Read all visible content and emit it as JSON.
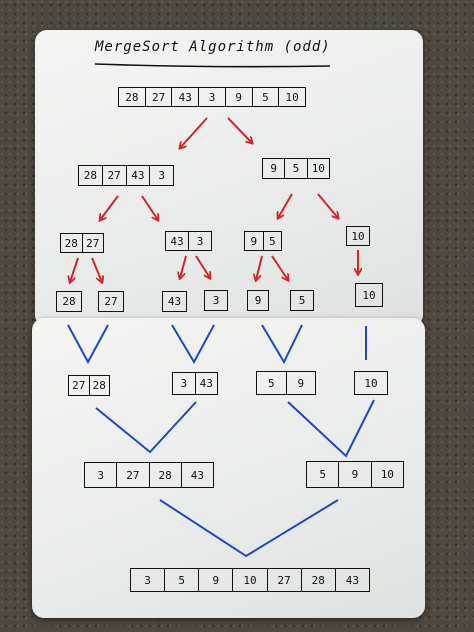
{
  "title": "MergeSort Algorithm (odd)",
  "colors": {
    "split_arrows": "#d0262f",
    "merge_lines": "#1f48c9",
    "ink": "#111111"
  },
  "split": {
    "initial": [
      "28",
      "27",
      "43",
      "3",
      "9",
      "5",
      "10"
    ],
    "level1_left": [
      "28",
      "27",
      "43",
      "3"
    ],
    "level1_right": [
      "9",
      "5",
      "10"
    ],
    "level2_a": [
      "28",
      "27"
    ],
    "level2_b": [
      "43",
      "3"
    ],
    "level2_c": [
      "9",
      "5"
    ],
    "level2_d": [
      "10"
    ],
    "singles": [
      "28",
      "27",
      "43",
      "3",
      "9",
      "5",
      "10"
    ]
  },
  "merge": {
    "level1_a": [
      "27",
      "28"
    ],
    "level1_b": [
      "3",
      "43"
    ],
    "level1_c": [
      "5",
      "9"
    ],
    "level1_d": [
      "10"
    ],
    "level2_left": [
      "3",
      "27",
      "28",
      "43"
    ],
    "level2_right": [
      "5",
      "9",
      "10"
    ],
    "sorted": [
      "3",
      "5",
      "9",
      "10",
      "27",
      "28",
      "43"
    ]
  }
}
